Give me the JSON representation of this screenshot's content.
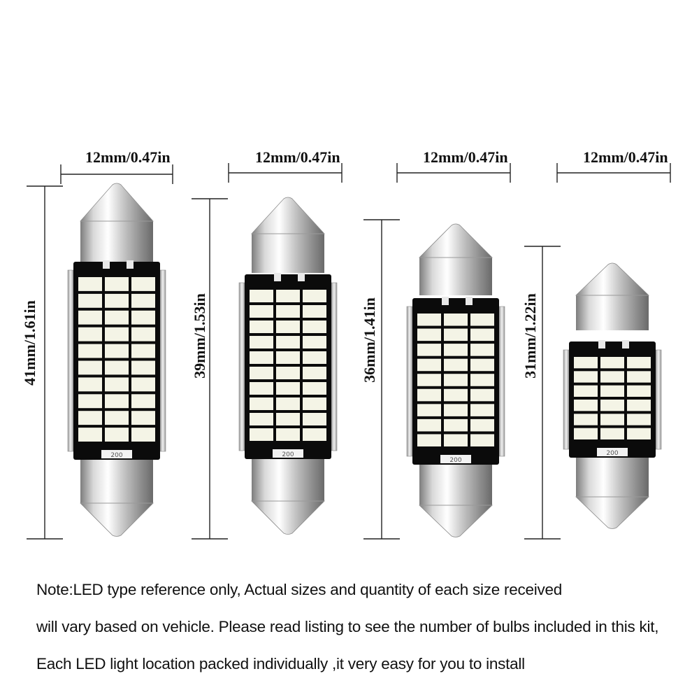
{
  "bulbs": [
    {
      "width_label": "12mm/0.47in",
      "length_label": "41mm/1.61in",
      "board_text": "200"
    },
    {
      "width_label": "12mm/0.47in",
      "length_label": "39mm/1.53in",
      "board_text": "200"
    },
    {
      "width_label": "12mm/0.47in",
      "length_label": "36mm/1.41in",
      "board_text": "200"
    },
    {
      "width_label": "12mm/0.47in",
      "length_label": "31mm/1.22in",
      "board_text": "200"
    }
  ],
  "note": {
    "line1": "Note:LED type reference only, Actual sizes and quantity of each size received",
    "line2": "will vary based on vehicle.  Please read listing to see the number of bulbs included in this kit,",
    "line3": "Each LED light location packed individually ,it very easy for you to install"
  },
  "colors": {
    "background": "#ffffff",
    "text": "#111111",
    "led_chip": "#f4f4e6",
    "board": "#0b0b0b",
    "metal_cap": "#c8c8c8"
  }
}
